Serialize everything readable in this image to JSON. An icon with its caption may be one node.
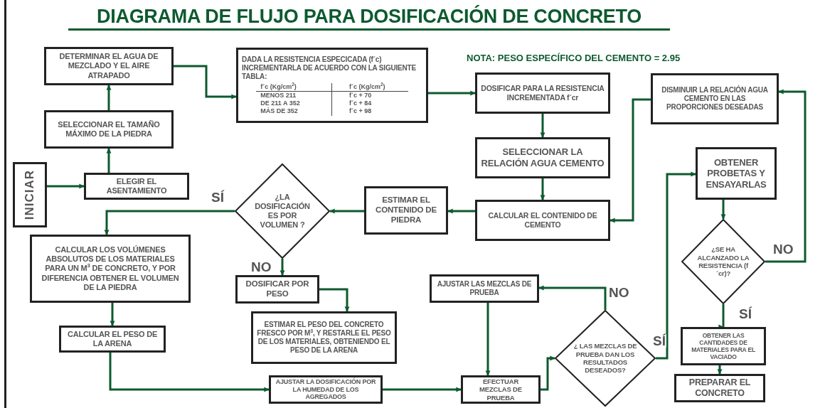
{
  "diagram": {
    "title": "DIAGRAMA DE FLUJO PARA DOSIFICACIÓN DE CONCRETO",
    "nodes": [
      {
        "text": [
          "INICIAR"
        ]
      },
      {
        "text": [
          "ELEGIR EL ASENTAMIENTO"
        ]
      },
      {
        "text": [
          "SELECCIONAR EL TAMAÑO MÁXIMO DE LA PIEDRA"
        ]
      },
      {
        "text": [
          "DETERMINAR EL AGUA DE MEZCLADO Y EL AIRE ATRAPADO"
        ]
      },
      {
        "text": [
          "DADA LA RESISTENCIA ESPECICADA (f´c) INCREMENTARLA DE ACUERDO CON LA SIGUIENTE TABLA:",
          "f´c (Kg/cm$^{2}$)",
          "f´c (Kg/cm$^{2}$)",
          "MENOS 211",
          "f´c + 70",
          "DE 211 A 352",
          "f´c + 84",
          "MÁS DE 352",
          "f´c + 98"
        ]
      },
      {
        "text": [
          "DOSIFICAR PARA LA RESISTENCIA INCREMENTADA f´cr"
        ]
      },
      {
        "text": [
          "SELECCIONAR LA RELACIÓN AGUA CEMENTO"
        ]
      },
      {
        "text": [
          "CALCULAR EL CONTENIDO DE CEMENTO"
        ]
      },
      {
        "text": [
          "DISMINUIR LA RELACIÓN AGUA CEMENTO EN LAS PROPORCIONES DESEADAS"
        ]
      },
      {
        "text": [
          "ESTIMAR EL CONTENIDO DE PIEDRA"
        ]
      },
      {
        "text": [
          "¿LA DOSIFICACIÓN ES POR VOLUMEN ?"
        ]
      },
      {
        "text": [
          "CALCULAR LOS VOLÚMENES ABSOLUTOS DE LOS MATERIALES PARA UN M$^{3}$ DE CONCRETO, Y POR DIFERENCIA OBTENER EL VOLUMEN DE LA PIEDRA"
        ]
      },
      {
        "text": [
          "CALCULAR EL PESO DE LA ARENA"
        ]
      },
      {
        "text": [
          "DOSIFICAR POR PESO"
        ]
      },
      {
        "text": [
          "ESTIMAR EL PESO DEL CONCRETO FRESCO POR M$^{3}$, Y RESTARLE EL PESO DE LOS MATERIALES, OBTENIENDO EL PESO DE LA ARENA"
        ]
      },
      {
        "text": [
          "AJUSTAR LA DOSIFICACIÓN POR LA HUMEDAD DE LOS AGREGADOS"
        ]
      },
      {
        "text": [
          "AJUSTAR LAS MEZCLAS DE PRUEBA"
        ]
      },
      {
        "text": [
          "EFECTUAR MEZCLAS DE PRUEBA"
        ]
      },
      {
        "text": [
          "¿ LAS MEZCLAS DE PRUEBA DAN LOS RESULTADOS DESEADOS?"
        ]
      },
      {
        "text": [
          "OBTENER PROBETAS Y ENSAYARLAS"
        ]
      },
      {
        "text": [
          "¿SE HA ALCANZADO LA RESISTENCIA (f´cr)?"
        ]
      },
      {
        "text": [
          "OBTENER LAS CANTIDADES DE MATERIALES PARA EL VACIADO"
        ]
      },
      {
        "text": [
          "PREPARAR EL CONCRETO"
        ]
      }
    ],
    "edges": [
      {
        "from": 0,
        "to": 1,
        "arrow": "to"
      },
      {
        "from": 1,
        "to": 2,
        "arrow": "to"
      },
      {
        "from": 2,
        "to": 3,
        "arrow": "to"
      },
      {
        "from": 3,
        "to": 4,
        "arrow": "to"
      },
      {
        "from": 4,
        "to": 5,
        "arrow": "to"
      },
      {
        "from": 5,
        "to": 6,
        "arrow": "to"
      },
      {
        "from": 6,
        "to": 7,
        "arrow": "to"
      },
      {
        "from": 8,
        "to": 7,
        "arrow": "to"
      },
      {
        "from": 7,
        "to": 9,
        "arrow": "to"
      },
      {
        "from": 9,
        "to": 10,
        "arrow": "to"
      },
      {
        "from": 10,
        "to": 11,
        "arrow": "to",
        "label": "SÍ"
      },
      {
        "from": 10,
        "to": 13,
        "arrow": "to",
        "label": "NO"
      },
      {
        "from": 13,
        "to": 14,
        "arrow": "to"
      },
      {
        "from": 11,
        "to": 12,
        "arrow": "to"
      },
      {
        "from": 12,
        "to": 15,
        "arrow": "to"
      },
      {
        "from": 15,
        "to": 17,
        "arrow": "to"
      },
      {
        "from": 16,
        "to": 17,
        "arrow": "to"
      },
      {
        "from": 17,
        "to": 18,
        "arrow": "to"
      },
      {
        "from": 18,
        "to": 16,
        "arrow": "to",
        "label": "NO"
      },
      {
        "from": 18,
        "to": 19,
        "arrow": "to",
        "label": "SÍ"
      },
      {
        "from": 19,
        "to": 20,
        "arrow": "to"
      },
      {
        "from": 20,
        "to": 8,
        "arrow": "to",
        "label": "NO"
      },
      {
        "from": 20,
        "to": 21,
        "arrow": "to",
        "label": "SÍ"
      },
      {
        "from": 21,
        "to": 22,
        "arrow": "to"
      }
    ],
    "labels": [
      "NOTA: PESO ESPECÍFICO DEL CEMENTO = 2.95"
    ]
  }
}
